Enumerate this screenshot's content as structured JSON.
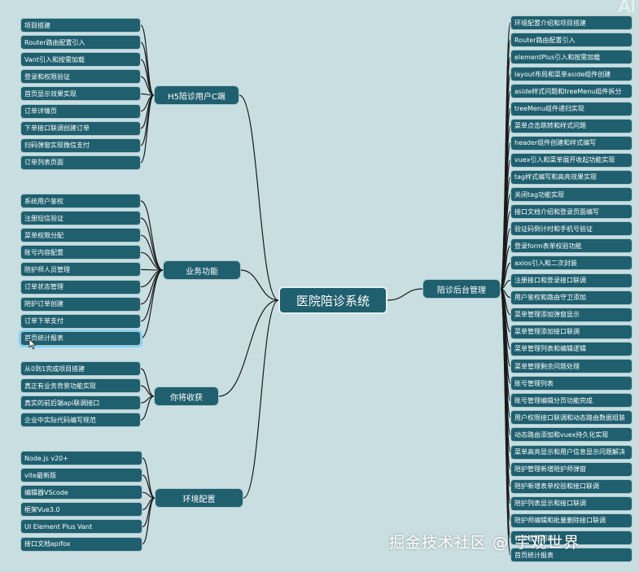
{
  "corner_mark": "AI",
  "watermark": "掘金技术社区 @ 宇观世界",
  "root": {
    "label": "医院陪诊系统"
  },
  "branches": [
    {
      "id": "h5",
      "label": "H5陪诊用户C端",
      "leaves": [
        "项目搭建",
        "Router路由配置引入",
        "Vant引入和按需加载",
        "登录和权限验证",
        "首页显示效果实现",
        "订单详情页",
        "下单接口联调创建订单",
        "扫码弹窗实现微信支付",
        "订单列表页面"
      ]
    },
    {
      "id": "business",
      "label": "业务功能",
      "leaves": [
        "系统用户鉴权",
        "注册短信验证",
        "菜单权限分配",
        "账号内容配置",
        "陪护师人员管理",
        "订单状态管理",
        "陪护订单创建",
        "订单下单支付",
        "首页统计报表"
      ]
    },
    {
      "id": "gain",
      "label": "你将收获",
      "leaves": [
        "从0到1完成项目搭建",
        "真正有业务背景功能实现",
        "真实的前后端api联调接口",
        "企业中实际代码编写规范"
      ]
    },
    {
      "id": "env",
      "label": "环境配置",
      "leaves": [
        "Node.js  v20+",
        "vite最新版",
        "编辑器VScode",
        "框架Vue3.0",
        "UI Element Plus Vant",
        "接口文档apifox"
      ]
    },
    {
      "id": "admin",
      "label": "陪诊后台管理",
      "leaves": [
        "环境配置介绍和项目搭建",
        "Router路由配置引入",
        "elementPlus引入和按需加载",
        "layout布局和菜单aside组件创建",
        "aside样式问题和treeMenu组件拆分",
        "treeMenu组件递归实现",
        "菜单点击跳转和样式问题",
        "header组件创建和样式编写",
        "vuex引入和菜单展开收起功能实现",
        "tag样式编写和高亮效果实现",
        "关闭tag功能实现",
        "接口文档介绍和登录页面编写",
        "验证码倒计时和手机号验证",
        "登录form表单校验功能",
        "axios引入和二次封装",
        "注册接口和登录接口联调",
        "用户鉴权和路由守卫添加",
        "菜单管理添加弹窗显示",
        "菜单管理添加接口联调",
        "菜单管理列表和编辑逻辑",
        "菜单管理剩余问题处理",
        "账号管理列表",
        "账号管理编辑分页功能完成",
        "用户权限接口联调和动态路由数据组装",
        "动态路由添加和vuex持久化实现",
        "菜单高亮显示和用户信息显示问题解决",
        "陪护管理新增陪护师弹窗",
        "陪护新增表单校验和接口联调",
        "陪护列表显示和接口联调",
        "陪护师编辑和批量删除接口联调",
        "订单管理列表",
        "首页统计报表"
      ]
    }
  ],
  "colors": {
    "node": "#1f5f6e",
    "line": "#1a1a1a",
    "background": "#c9dee1"
  }
}
